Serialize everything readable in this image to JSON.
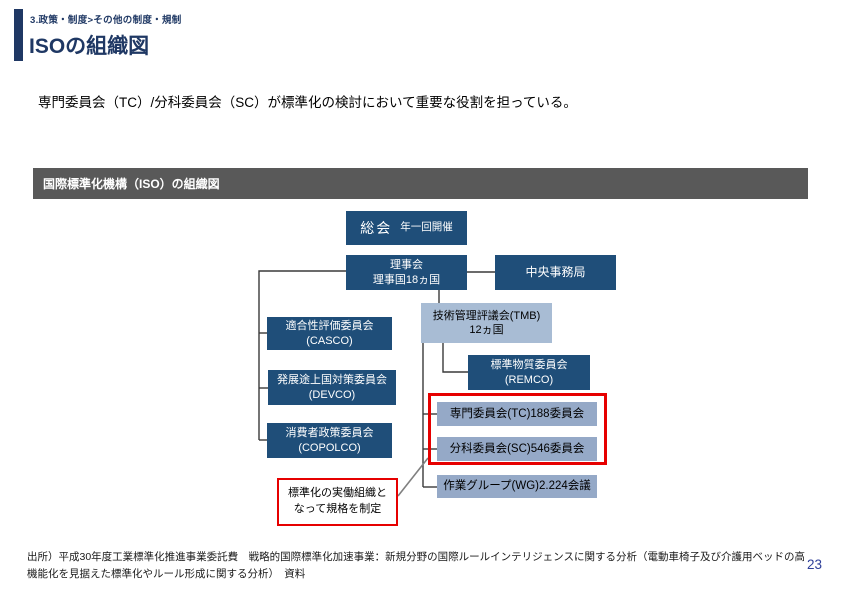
{
  "page": {
    "breadcrumb": "3.政策・制度>その他の制度・規制",
    "title": "ISOの組織図",
    "lead": "専門委員会（TC）/分科委員会（SC）が標準化の検討において重要な役割を担っている。",
    "footer_source": "出所）平成30年度工業標準化推進事業委託費　戦略的国際標準化加速事業：新規分野の国際ルールインテリジェンスに関する分析（電動車椅子及び介護用ベッドの高機能化を見据えた標準化やルール形成に関する分析）　資料",
    "page_number": "23"
  },
  "panel": {
    "header": "国際標準化機構（ISO）の組織図"
  },
  "colors": {
    "accent_navy": "#1F3864",
    "box_navy": "#1F4E79",
    "box_light_blue": "#A8BCD4",
    "box_steel_blue": "#95A9C7",
    "band_gray": "#595959",
    "highlight_red": "#E60000",
    "page_number_blue": "#2E3F99"
  },
  "org": {
    "soukai": {
      "title": "総会",
      "note": "年一回開催"
    },
    "rijikai": {
      "line1": "理事会",
      "line2": "理事国18ヵ国"
    },
    "chuo": {
      "label": "中央事務局"
    },
    "casco": {
      "line1": "適合性評価委員会",
      "line2": "(CASCO)"
    },
    "tmb": {
      "line1": "技術管理評議会(TMB)",
      "line2": "12ヵ国"
    },
    "devco": {
      "line1": "発展途上国対策委員会",
      "line2": "(DEVCO)"
    },
    "remco": {
      "line1": "標準物質委員会",
      "line2": "(REMCO)"
    },
    "copolco": {
      "line1": "消費者政策委員会",
      "line2": "(COPOLCO)"
    },
    "tc": {
      "label": "専門委員会(TC)188委員会"
    },
    "sc": {
      "label": "分科委員会(SC)546委員会"
    },
    "wg": {
      "label": "作業グループ(WG)2.224会議"
    },
    "callout": {
      "line1": "標準化の実働組織と",
      "line2": "なって規格を制定"
    }
  }
}
